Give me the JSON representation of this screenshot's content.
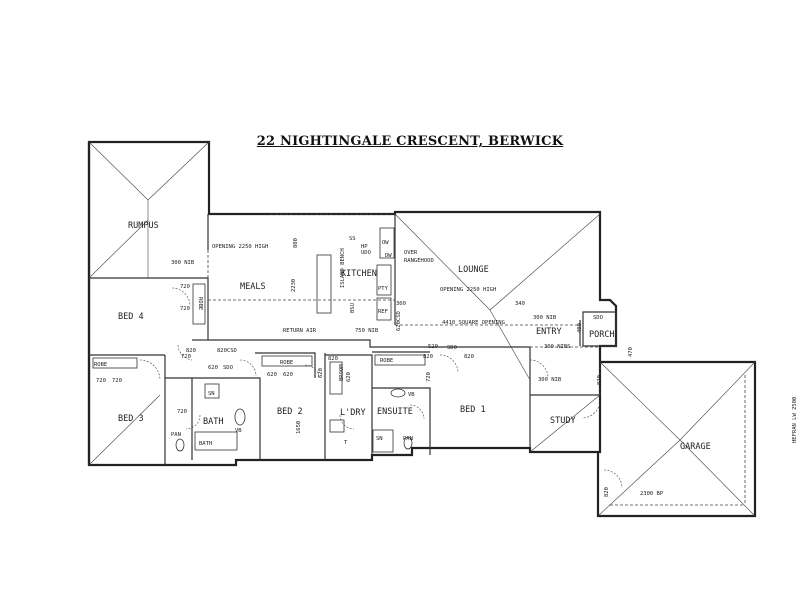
{
  "title": "22 NIGHTINGALE CRESCENT, BERWICK",
  "rooms": {
    "rumpus": "RUMPUS",
    "meals": "MEALS",
    "kitchen": "KITCHEN",
    "lounge": "LOUNGE",
    "bed4": "BED 4",
    "bed3": "BED 3",
    "bath": "BATH",
    "bed2": "BED 2",
    "laundry": "L'DRY",
    "ensuite": "ENSUITE",
    "bed1": "BED 1",
    "entry": "ENTRY",
    "porch": "PORCH",
    "study": "STUDY",
    "garage": "GARAGE"
  },
  "fixtures": {
    "robe_bed4": "ROBE",
    "robe_bed3": "ROBE",
    "robe_bed2": "ROBE",
    "robe_bed1": "ROBE",
    "island_bench": "ISLAND BENCH",
    "pty": "PTY",
    "ref": "REF",
    "bath_tub": "BATH",
    "broom": "BROOM",
    "sn_bath": "SN",
    "sn_ens": "SN",
    "vb_bath": "VB",
    "vb_ens": "VB",
    "pan_bath": "PAN",
    "pan_ens": "PAN",
    "trough": "T",
    "hp_udo": "HP\nUDO",
    "ss": "SS",
    "ow": "OW",
    "dw": "DW",
    "bsu": "BSU"
  },
  "notes": {
    "opening_meals": "OPENING 2250 HIGH",
    "opening_lounge": "OPENING 2250 HIGH",
    "over_rangehood": "OVER\nRANGEHOOD",
    "square_opening": "4410 SQUARE OPENING",
    "return_air": "RETURN AIR",
    "nib_rumpus": "300 NIB",
    "nib_750": "750 NIB",
    "nib_entry": "300 NIB",
    "nibs_entry": "300 NIBS",
    "nib_study": "300 NIB",
    "hw_garage": "HEFRAN LW 2500",
    "bp_garage": "2300 BP",
    "sdo_corr": "SDO",
    "sdo_bed1": "SDO",
    "sdo_porch": "SDO",
    "csd_620": "620CSD",
    "csd_820": "820CSD"
  },
  "dims": {
    "d_800": "800",
    "d_2230": "2230",
    "d_1650": "1650",
    "d_300": "300",
    "d_340": "340",
    "d_720a": "720",
    "d_720b": "720",
    "d_720c": "720",
    "d_720d": "720",
    "d_720e": "720",
    "d_720f": "720",
    "d_620a": "620",
    "d_620b": "620",
    "d_620c": "620",
    "d_620d": "620",
    "d_820a": "820",
    "d_820b": "820",
    "d_820c": "820",
    "d_820d": "820",
    "d_820e": "820",
    "d_820f": "820",
    "d_720g": "720",
    "d_520": "520",
    "d_470": "470",
    "d_400": "400",
    "d_620e": "620"
  }
}
